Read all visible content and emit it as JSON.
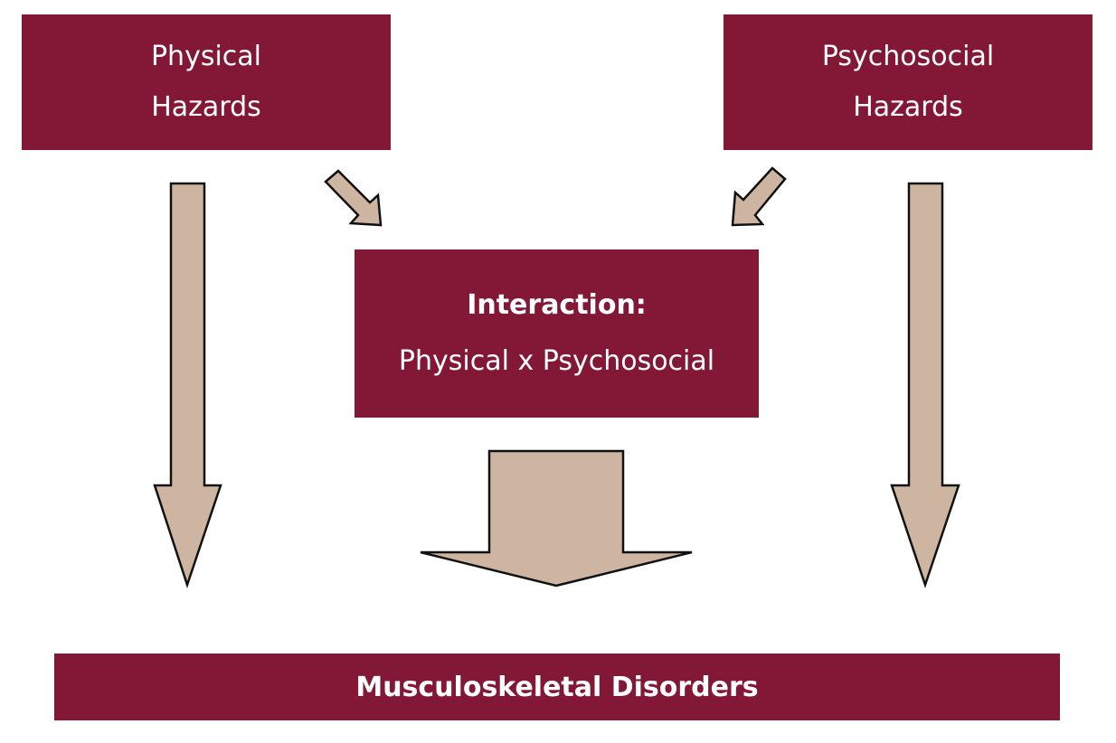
{
  "colors": {
    "box_fill": "#831736",
    "box_text": "#ffffff",
    "arrow_fill": "#cdb5a2",
    "arrow_stroke": "#111111",
    "background": "#ffffff"
  },
  "nodes": {
    "physical": {
      "line1": "Physical",
      "line2": "Hazards"
    },
    "psychosocial": {
      "line1": "Psychosocial",
      "line2": "Hazards"
    },
    "interaction": {
      "title": "Interaction:",
      "subtitle": "Physical x Psychosocial"
    },
    "outcome": {
      "label": "Musculoskeletal Disorders"
    }
  },
  "edges": [
    {
      "from": "physical",
      "to": "outcome"
    },
    {
      "from": "physical",
      "to": "interaction"
    },
    {
      "from": "psychosocial",
      "to": "interaction"
    },
    {
      "from": "psychosocial",
      "to": "outcome"
    },
    {
      "from": "interaction",
      "to": "outcome"
    }
  ]
}
